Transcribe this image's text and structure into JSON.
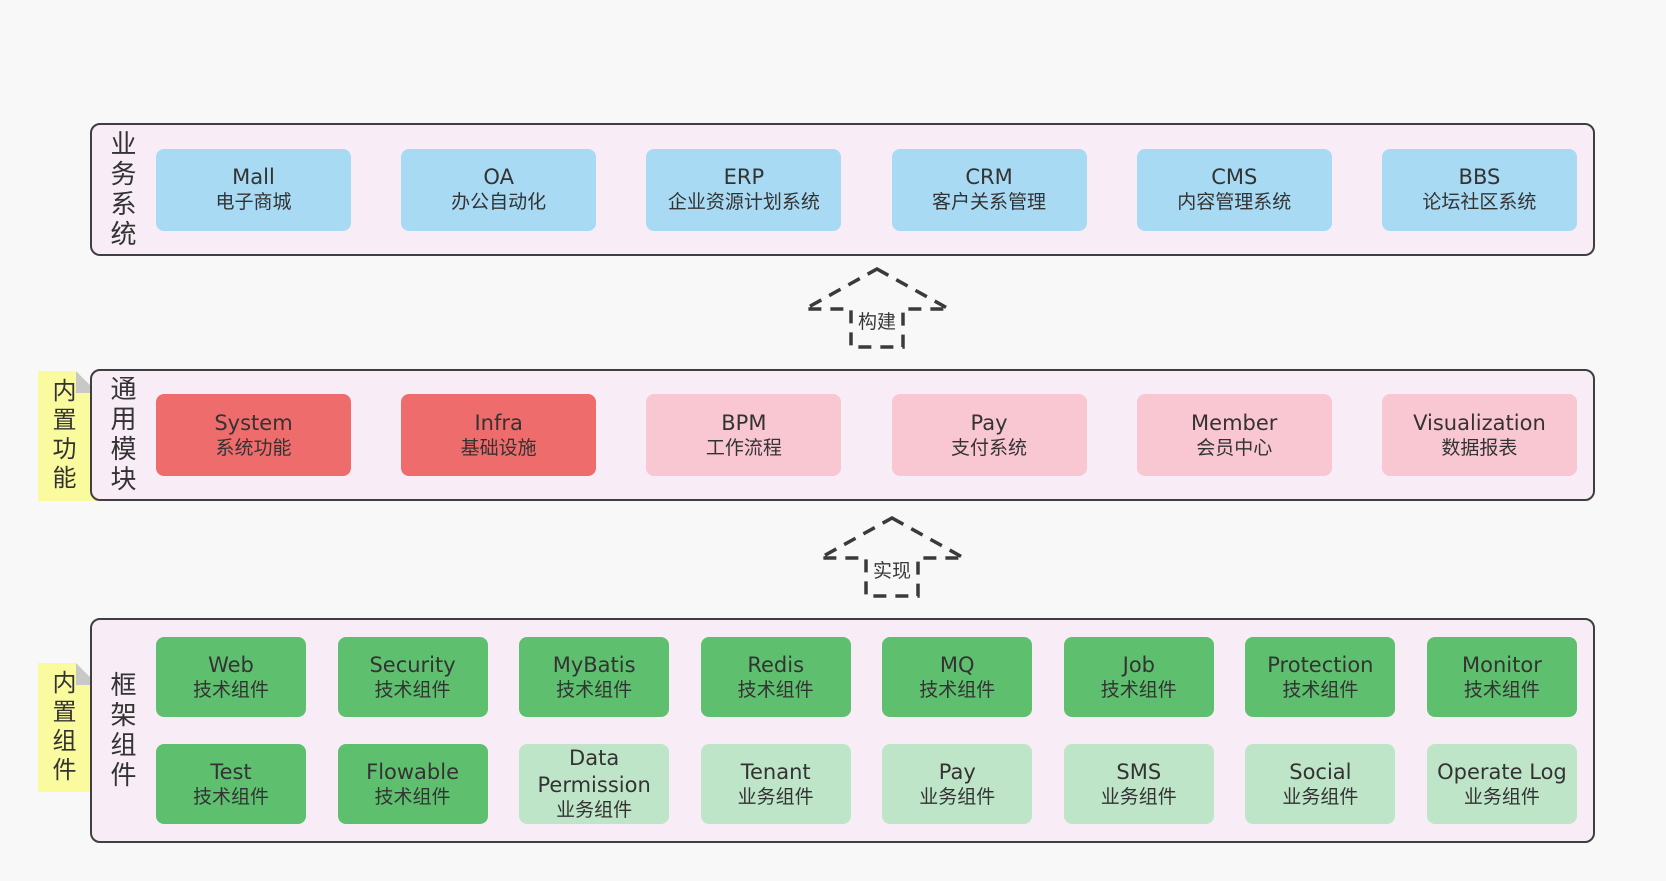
{
  "colors": {
    "page_bg": "#f8f8f8",
    "panel_bg": "#f8edf6",
    "panel_border": "#3f3f3f",
    "blue": "#a8daf4",
    "red": "#ee6c6c",
    "pink": "#f9c7d2",
    "green": "#5ec06f",
    "light_green": "#bfe5c8",
    "sticky_yellow": "#fafa9e",
    "sticky_fold": "#c8c8c8",
    "arrow": "#3a3a3a",
    "text": "#333333"
  },
  "arrows": [
    {
      "label": "构建"
    },
    {
      "label": "实现"
    }
  ],
  "sections": {
    "business": {
      "label": "业务系统",
      "boxes": [
        {
          "name": "Mall",
          "desc": "电子商城"
        },
        {
          "name": "OA",
          "desc": "办公自动化"
        },
        {
          "name": "ERP",
          "desc": "企业资源计划系统"
        },
        {
          "name": "CRM",
          "desc": "客户关系管理"
        },
        {
          "name": "CMS",
          "desc": "内容管理系统"
        },
        {
          "name": "BBS",
          "desc": "论坛社区系统"
        }
      ]
    },
    "modules": {
      "label": "通用模块",
      "sticky": "内置功能",
      "boxes": [
        {
          "name": "System",
          "desc": "系统功能"
        },
        {
          "name": "Infra",
          "desc": "基础设施"
        },
        {
          "name": "BPM",
          "desc": "工作流程"
        },
        {
          "name": "Pay",
          "desc": "支付系统"
        },
        {
          "name": "Member",
          "desc": "会员中心"
        },
        {
          "name": "Visualization",
          "desc": "数据报表"
        }
      ]
    },
    "framework": {
      "label": "框架组件",
      "sticky": "内置组件",
      "row1": [
        {
          "name": "Web",
          "desc": "技术组件"
        },
        {
          "name": "Security",
          "desc": "技术组件"
        },
        {
          "name": "MyBatis",
          "desc": "技术组件"
        },
        {
          "name": "Redis",
          "desc": "技术组件"
        },
        {
          "name": "MQ",
          "desc": "技术组件"
        },
        {
          "name": "Job",
          "desc": "技术组件"
        },
        {
          "name": "Protection",
          "desc": "技术组件"
        },
        {
          "name": "Monitor",
          "desc": "技术组件"
        }
      ],
      "row2": [
        {
          "name": "Test",
          "desc": "技术组件"
        },
        {
          "name": "Flowable",
          "desc": "技术组件"
        },
        {
          "name": "Data Permission",
          "desc": "业务组件"
        },
        {
          "name": "Tenant",
          "desc": "业务组件"
        },
        {
          "name": "Pay",
          "desc": "业务组件"
        },
        {
          "name": "SMS",
          "desc": "业务组件"
        },
        {
          "name": "Social",
          "desc": "业务组件"
        },
        {
          "name": "Operate Log",
          "desc": "业务组件"
        }
      ]
    }
  }
}
